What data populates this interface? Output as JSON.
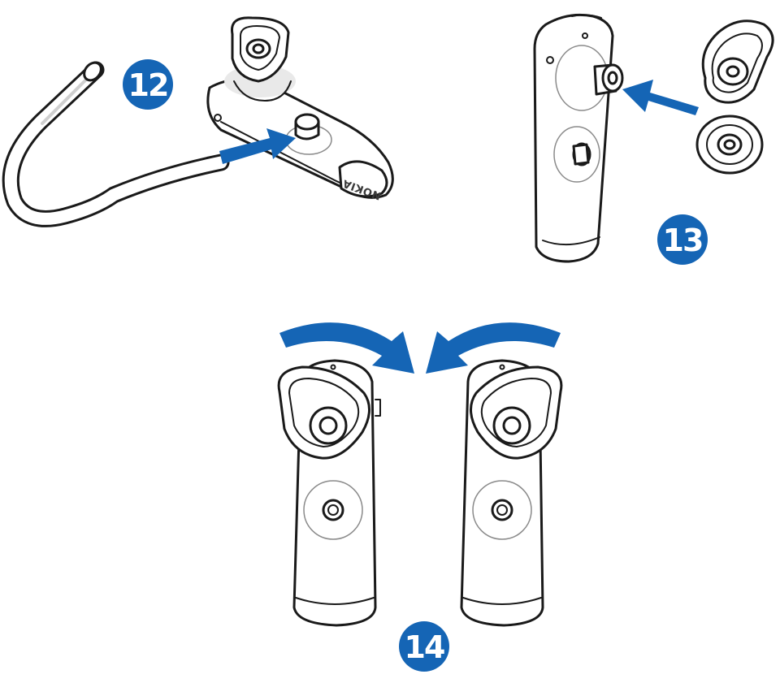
{
  "steps": [
    {
      "number": "12"
    },
    {
      "number": "13"
    },
    {
      "number": "14"
    }
  ],
  "device": {
    "brand": "NOKIA"
  },
  "colors": {
    "badge": "#1565b5",
    "arrow": "#1565b5",
    "outline": "#1a1a1a"
  }
}
